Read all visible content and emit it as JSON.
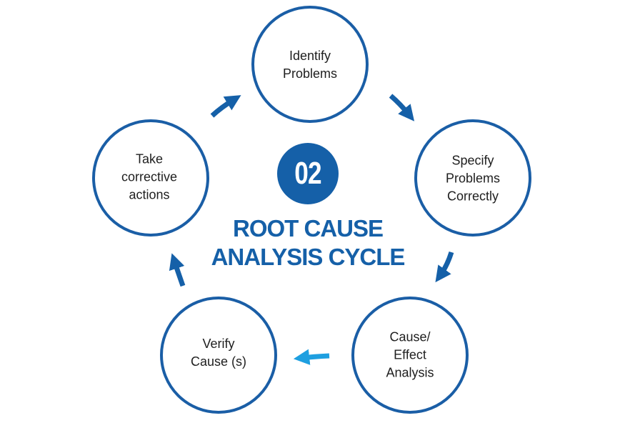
{
  "diagram": {
    "type": "cycle",
    "badge": {
      "number": "02"
    },
    "title": {
      "line1": "ROOT CAUSE",
      "line2": "ANALYSIS CYCLE"
    },
    "colors": {
      "primary": "#1560a8",
      "circle_stroke": "#1a5ea6",
      "accent_arrow": "#1e9fe0",
      "node_text": "#1e1e1e",
      "background": "#ffffff"
    },
    "steps": [
      {
        "id": "identify",
        "lines": [
          "Identify",
          "Problems"
        ]
      },
      {
        "id": "specify",
        "lines": [
          "Specify",
          "Problems",
          "Correctly"
        ]
      },
      {
        "id": "cause-effect",
        "lines": [
          "Cause/",
          "Effect",
          "Analysis"
        ]
      },
      {
        "id": "verify",
        "lines": [
          "Verify",
          "Cause (s)"
        ]
      },
      {
        "id": "corrective",
        "lines": [
          "Take",
          "corrective",
          "actions"
        ]
      }
    ],
    "flow": [
      {
        "from": "identify",
        "to": "specify"
      },
      {
        "from": "specify",
        "to": "cause-effect"
      },
      {
        "from": "cause-effect",
        "to": "verify",
        "highlight": true
      },
      {
        "from": "verify",
        "to": "corrective"
      },
      {
        "from": "corrective",
        "to": "identify"
      }
    ]
  }
}
